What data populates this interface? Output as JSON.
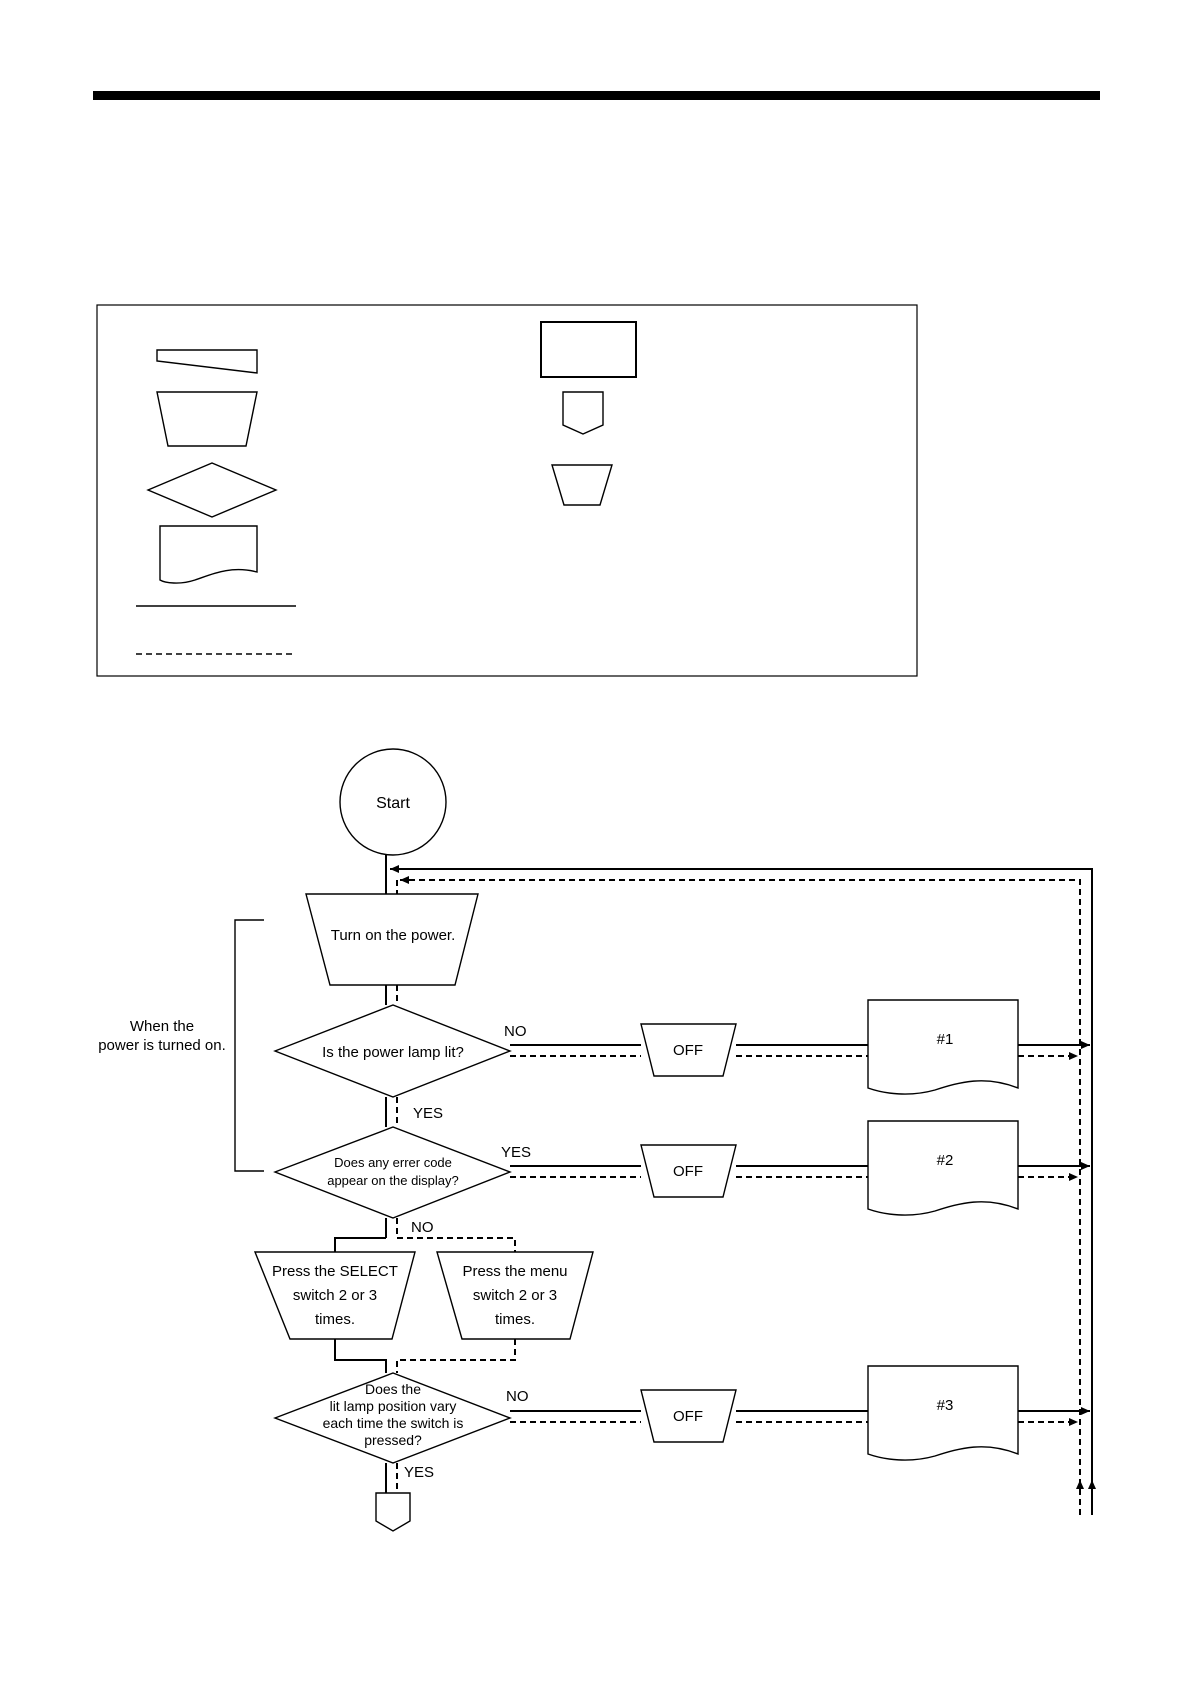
{
  "colors": {
    "ink": "#000000",
    "paper": "#ffffff"
  },
  "diagram": {
    "start_label": "Start",
    "power_on": "Turn on the power.",
    "group_bracket": {
      "line1": "When the",
      "line2": "power is turned on."
    },
    "decision_power_lamp": "Is the power lamp lit?",
    "decision_error_code": {
      "line1": "Does any errer code",
      "line2": "appear on the display?"
    },
    "press_select": {
      "line1": "Press the SELECT",
      "line2": "switch 2 or 3",
      "line3": "times."
    },
    "press_menu": {
      "line1": "Press the menu",
      "line2": "switch 2 or 3",
      "line3": "times."
    },
    "decision_lamp_position": {
      "line1": "Does the",
      "line2": "lit lamp position vary",
      "line3": "each time the switch is",
      "line4": "pressed?"
    },
    "branch_labels": {
      "power_no": "NO",
      "power_yes": "YES",
      "error_yes": "YES",
      "error_no": "NO",
      "lamp_no": "NO",
      "lamp_yes": "YES"
    },
    "off_labels": [
      "OFF",
      "OFF",
      "OFF"
    ],
    "result_docs": [
      "#1",
      "#2",
      "#3"
    ]
  },
  "legend": {
    "symbols_left": [
      "manual-input",
      "manual-operation",
      "decision",
      "document",
      "solid-line",
      "dashed-line"
    ],
    "symbols_right": [
      "process",
      "off-page-connector",
      "manual-operation-small"
    ]
  }
}
